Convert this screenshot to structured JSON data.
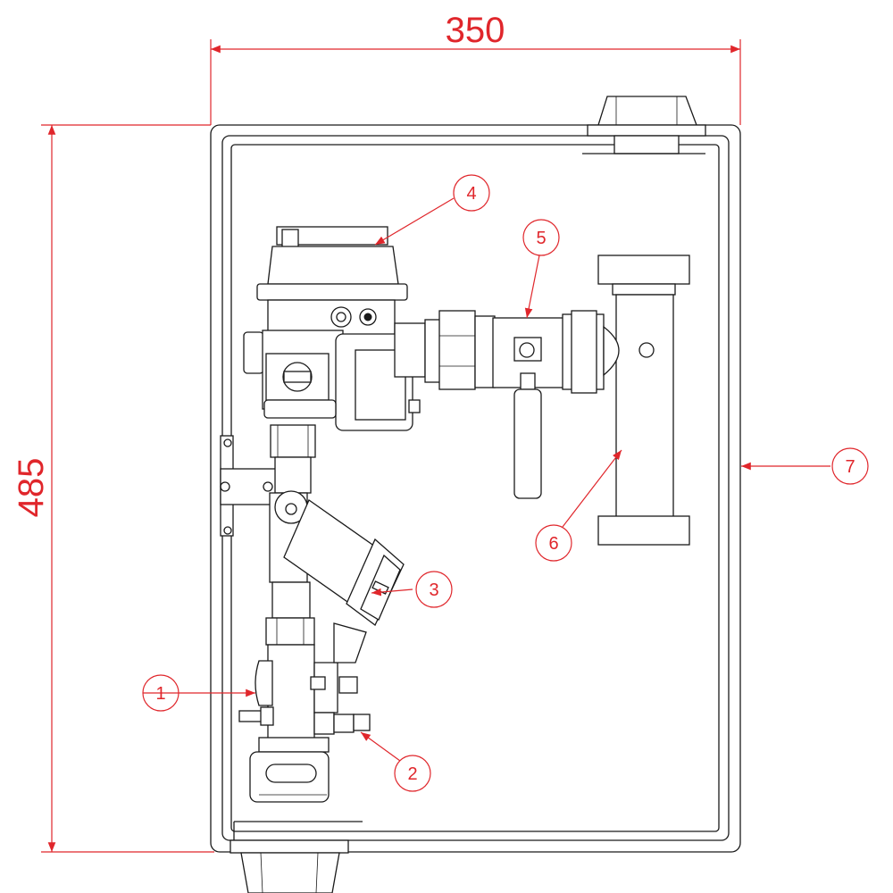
{
  "dimensions": {
    "width_label": "350",
    "height_label": "485"
  },
  "callouts": [
    {
      "id": "1",
      "label": "1"
    },
    {
      "id": "2",
      "label": "2"
    },
    {
      "id": "3",
      "label": "3"
    },
    {
      "id": "4",
      "label": "4"
    },
    {
      "id": "5",
      "label": "5"
    },
    {
      "id": "6",
      "label": "6"
    },
    {
      "id": "7",
      "label": "7"
    }
  ],
  "colors": {
    "annotation": "#e0262b",
    "linework": "#1a1a1a"
  }
}
